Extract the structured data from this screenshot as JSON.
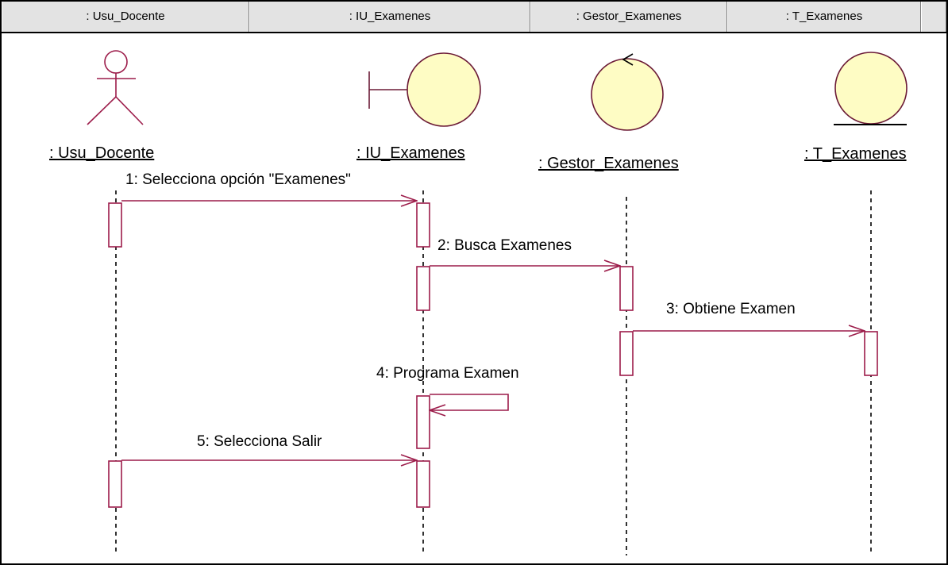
{
  "header": {
    "columns": [
      ": Usu_Docente",
      ": IU_Examenes",
      ": Gestor_Examenes",
      ": T_Examenes"
    ]
  },
  "lifelines": [
    {
      "name": ": Usu_Docente",
      "stereotype": "actor"
    },
    {
      "name": ": IU_Examenes",
      "stereotype": "boundary"
    },
    {
      "name": ": Gestor_Examenes",
      "stereotype": "control"
    },
    {
      "name": ": T_Examenes",
      "stereotype": "entity"
    }
  ],
  "messages": [
    {
      "label": "1: Selecciona opción \"Examenes\"",
      "from": ": Usu_Docente",
      "to": ": IU_Examenes"
    },
    {
      "label": "2: Busca Examenes",
      "from": ": IU_Examenes",
      "to": ": Gestor_Examenes"
    },
    {
      "label": "3: Obtiene Examen",
      "from": ": Gestor_Examenes",
      "to": ": T_Examenes"
    },
    {
      "label": "4: Programa Examen",
      "from": ": IU_Examenes",
      "to": ": IU_Examenes"
    },
    {
      "label": "5: Selecciona Salir",
      "from": ": Usu_Docente",
      "to": ": IU_Examenes"
    }
  ],
  "colors": {
    "message_line": "#9c1c4a",
    "activation_border": "#9c1c4a",
    "object_fill": "#fefcc4",
    "header_bg": "#e3e3e3"
  }
}
